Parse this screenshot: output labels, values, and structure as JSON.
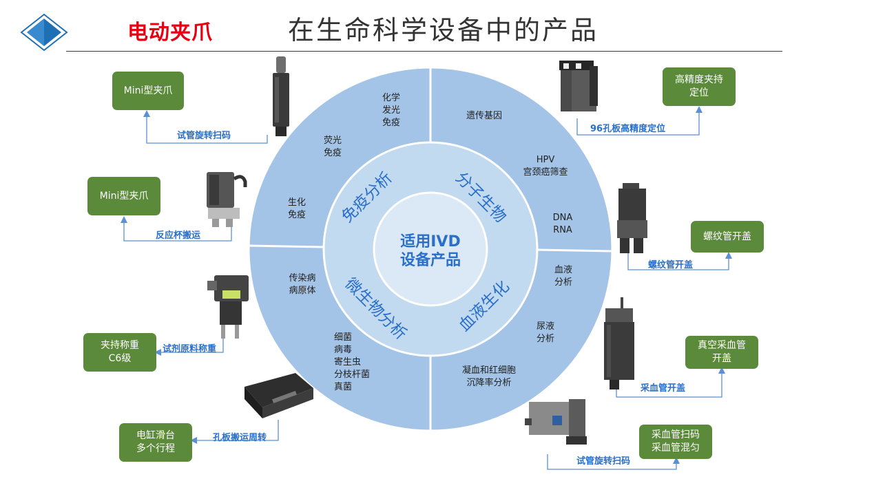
{
  "header": {
    "category_title": "电动夹爪",
    "main_title": "在生命科学设备中的产品"
  },
  "colors": {
    "outer_ring": "#a3c4e6",
    "middle_ring": "#c2daf0",
    "center_disc": "#dbe9f6",
    "ring_stroke": "#ffffff",
    "box_fill": "#5b8a3a",
    "callout_text": "#2a6fc9",
    "accent_red": "#e60012"
  },
  "diagram": {
    "center_label": "适用IVD\n设备产品",
    "categories": [
      {
        "key": "immuno",
        "label": "免疫分析",
        "subs": [
          "化学\n发光\n免疫",
          "荧光\n免疫",
          "生化\n免疫"
        ]
      },
      {
        "key": "molecular",
        "label": "分子生物",
        "subs": [
          "遗传基因",
          "HPV\n宫颈癌筛查",
          "DNA\nRNA"
        ]
      },
      {
        "key": "blood",
        "label": "血液生化",
        "subs": [
          "血液\n分析",
          "尿液\n分析",
          "凝血和红细胞\n沉降率分析"
        ]
      },
      {
        "key": "micro",
        "label": "微生物分析",
        "subs": [
          "传染病\n病原体",
          "细菌\n病毒\n寄生虫\n分枝杆菌\n真菌"
        ]
      }
    ]
  },
  "products": [
    {
      "key": "mini1",
      "box": "Mini型夹爪",
      "application": "试管旋转扫码",
      "icon": "vertical-gripper-icon"
    },
    {
      "key": "mini2",
      "box": "Mini型夹爪",
      "application": "反应杯搬运",
      "icon": "compact-gripper-icon"
    },
    {
      "key": "weigh",
      "box": "夹持称重\nC6级",
      "application": "试剂原料称重",
      "icon": "display-gripper-icon"
    },
    {
      "key": "slide",
      "box": "电缸滑台\n多个行程",
      "application": "孔板搬运周转",
      "icon": "slide-cylinder-icon"
    },
    {
      "key": "hp",
      "box": "高精度夹持\n定位",
      "application": "96孔板高精度定位",
      "icon": "precision-gripper-icon"
    },
    {
      "key": "screw",
      "box": "螺纹管开盖",
      "application": "螺纹管开盖",
      "icon": "rotary-gripper-icon"
    },
    {
      "key": "vac",
      "box": "真空采血管\n开盖",
      "application": "采血管开盖",
      "icon": "tall-gripper-icon"
    },
    {
      "key": "scan",
      "box": "采血管扫码\n采血管混匀",
      "application": "试管旋转扫码",
      "icon": "rotary-block-gripper-icon"
    }
  ]
}
